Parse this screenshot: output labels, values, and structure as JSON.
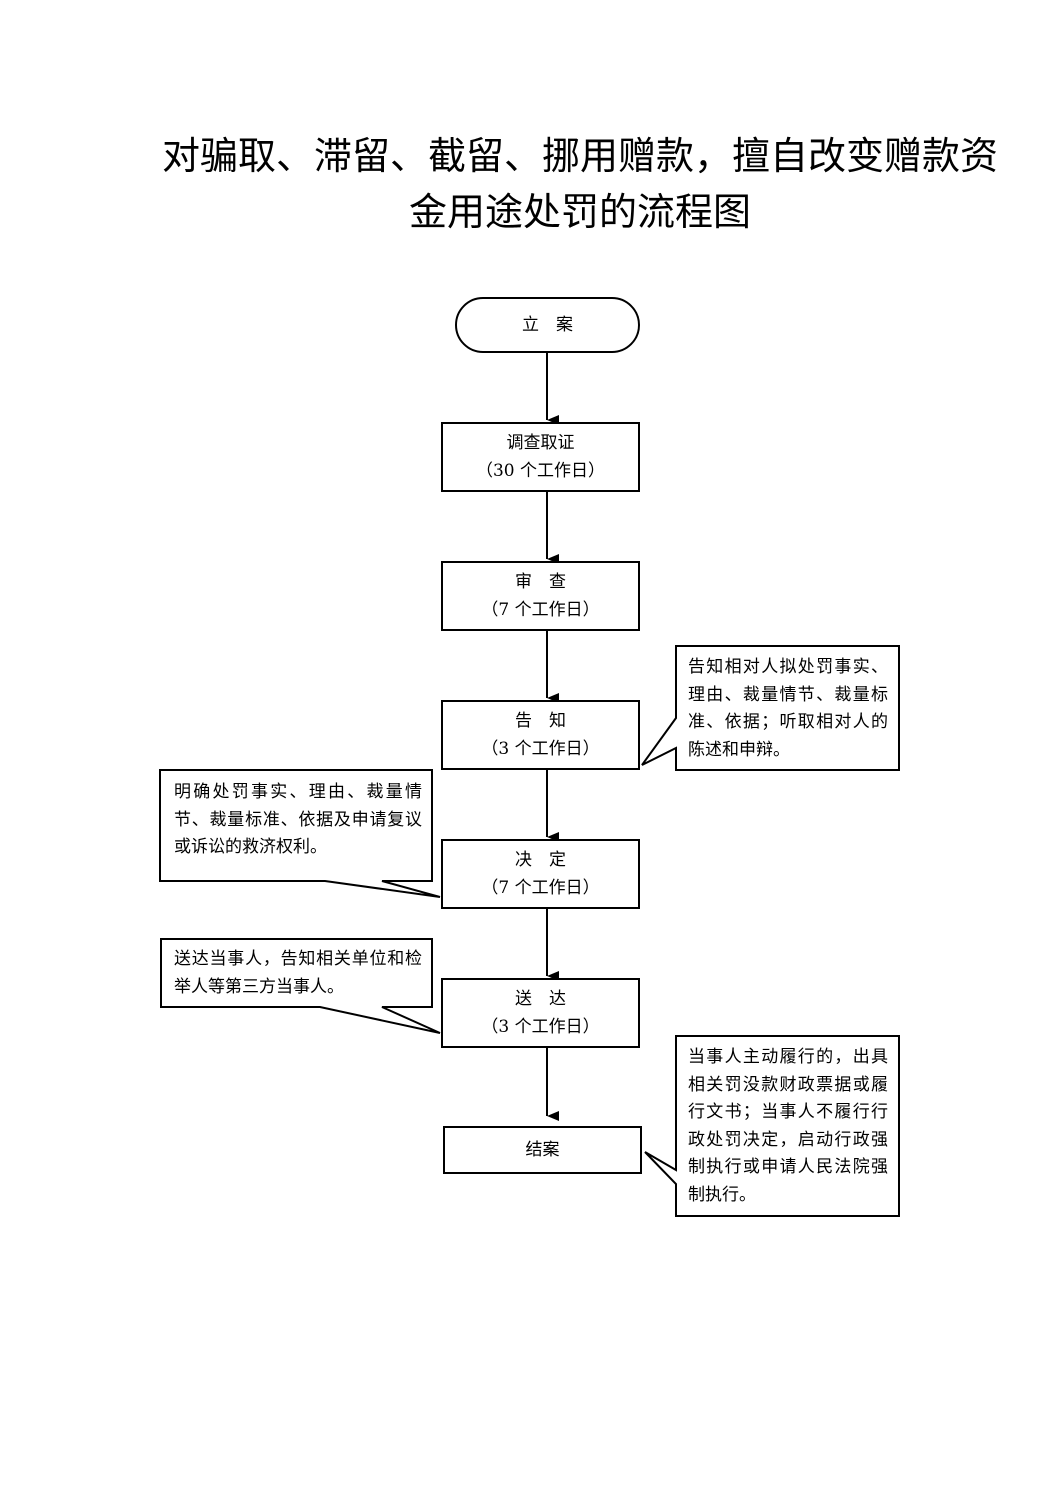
{
  "title": {
    "line1": "对骗取、滞留、截留、挪用赠款，擅自改变赠款资",
    "line2": "金用途处罚的流程图"
  },
  "steps": {
    "start": {
      "label": "立　案"
    },
    "investigate": {
      "label": "调查取证",
      "duration": "（30 个工作日）"
    },
    "review": {
      "label": "审　查",
      "duration": "（7 个工作日）"
    },
    "notify": {
      "label": "告　知",
      "duration": "（3 个工作日）"
    },
    "decide": {
      "label": "决　定",
      "duration": "（7 个工作日）"
    },
    "deliver": {
      "label": "送　达",
      "duration": "（3 个工作日）"
    },
    "close": {
      "label": "结案"
    }
  },
  "notes": {
    "notify_note": "告知相对人拟处罚事实、理由、裁量情节、裁量标准、依据；听取相对人的陈述和申辩。",
    "decide_note": "明确处罚事实、理由、裁量情节、裁量标准、依据及申请复议或诉讼的救济权利。",
    "deliver_note": "送达当事人，告知相关单位和检举人等第三方当事人。",
    "close_note": "当事人主动履行的，出具相关罚没款财政票据或履行文书；当事人不履行行政处罚决定，启动行政强制执行或申请人民法院强制执行。"
  }
}
